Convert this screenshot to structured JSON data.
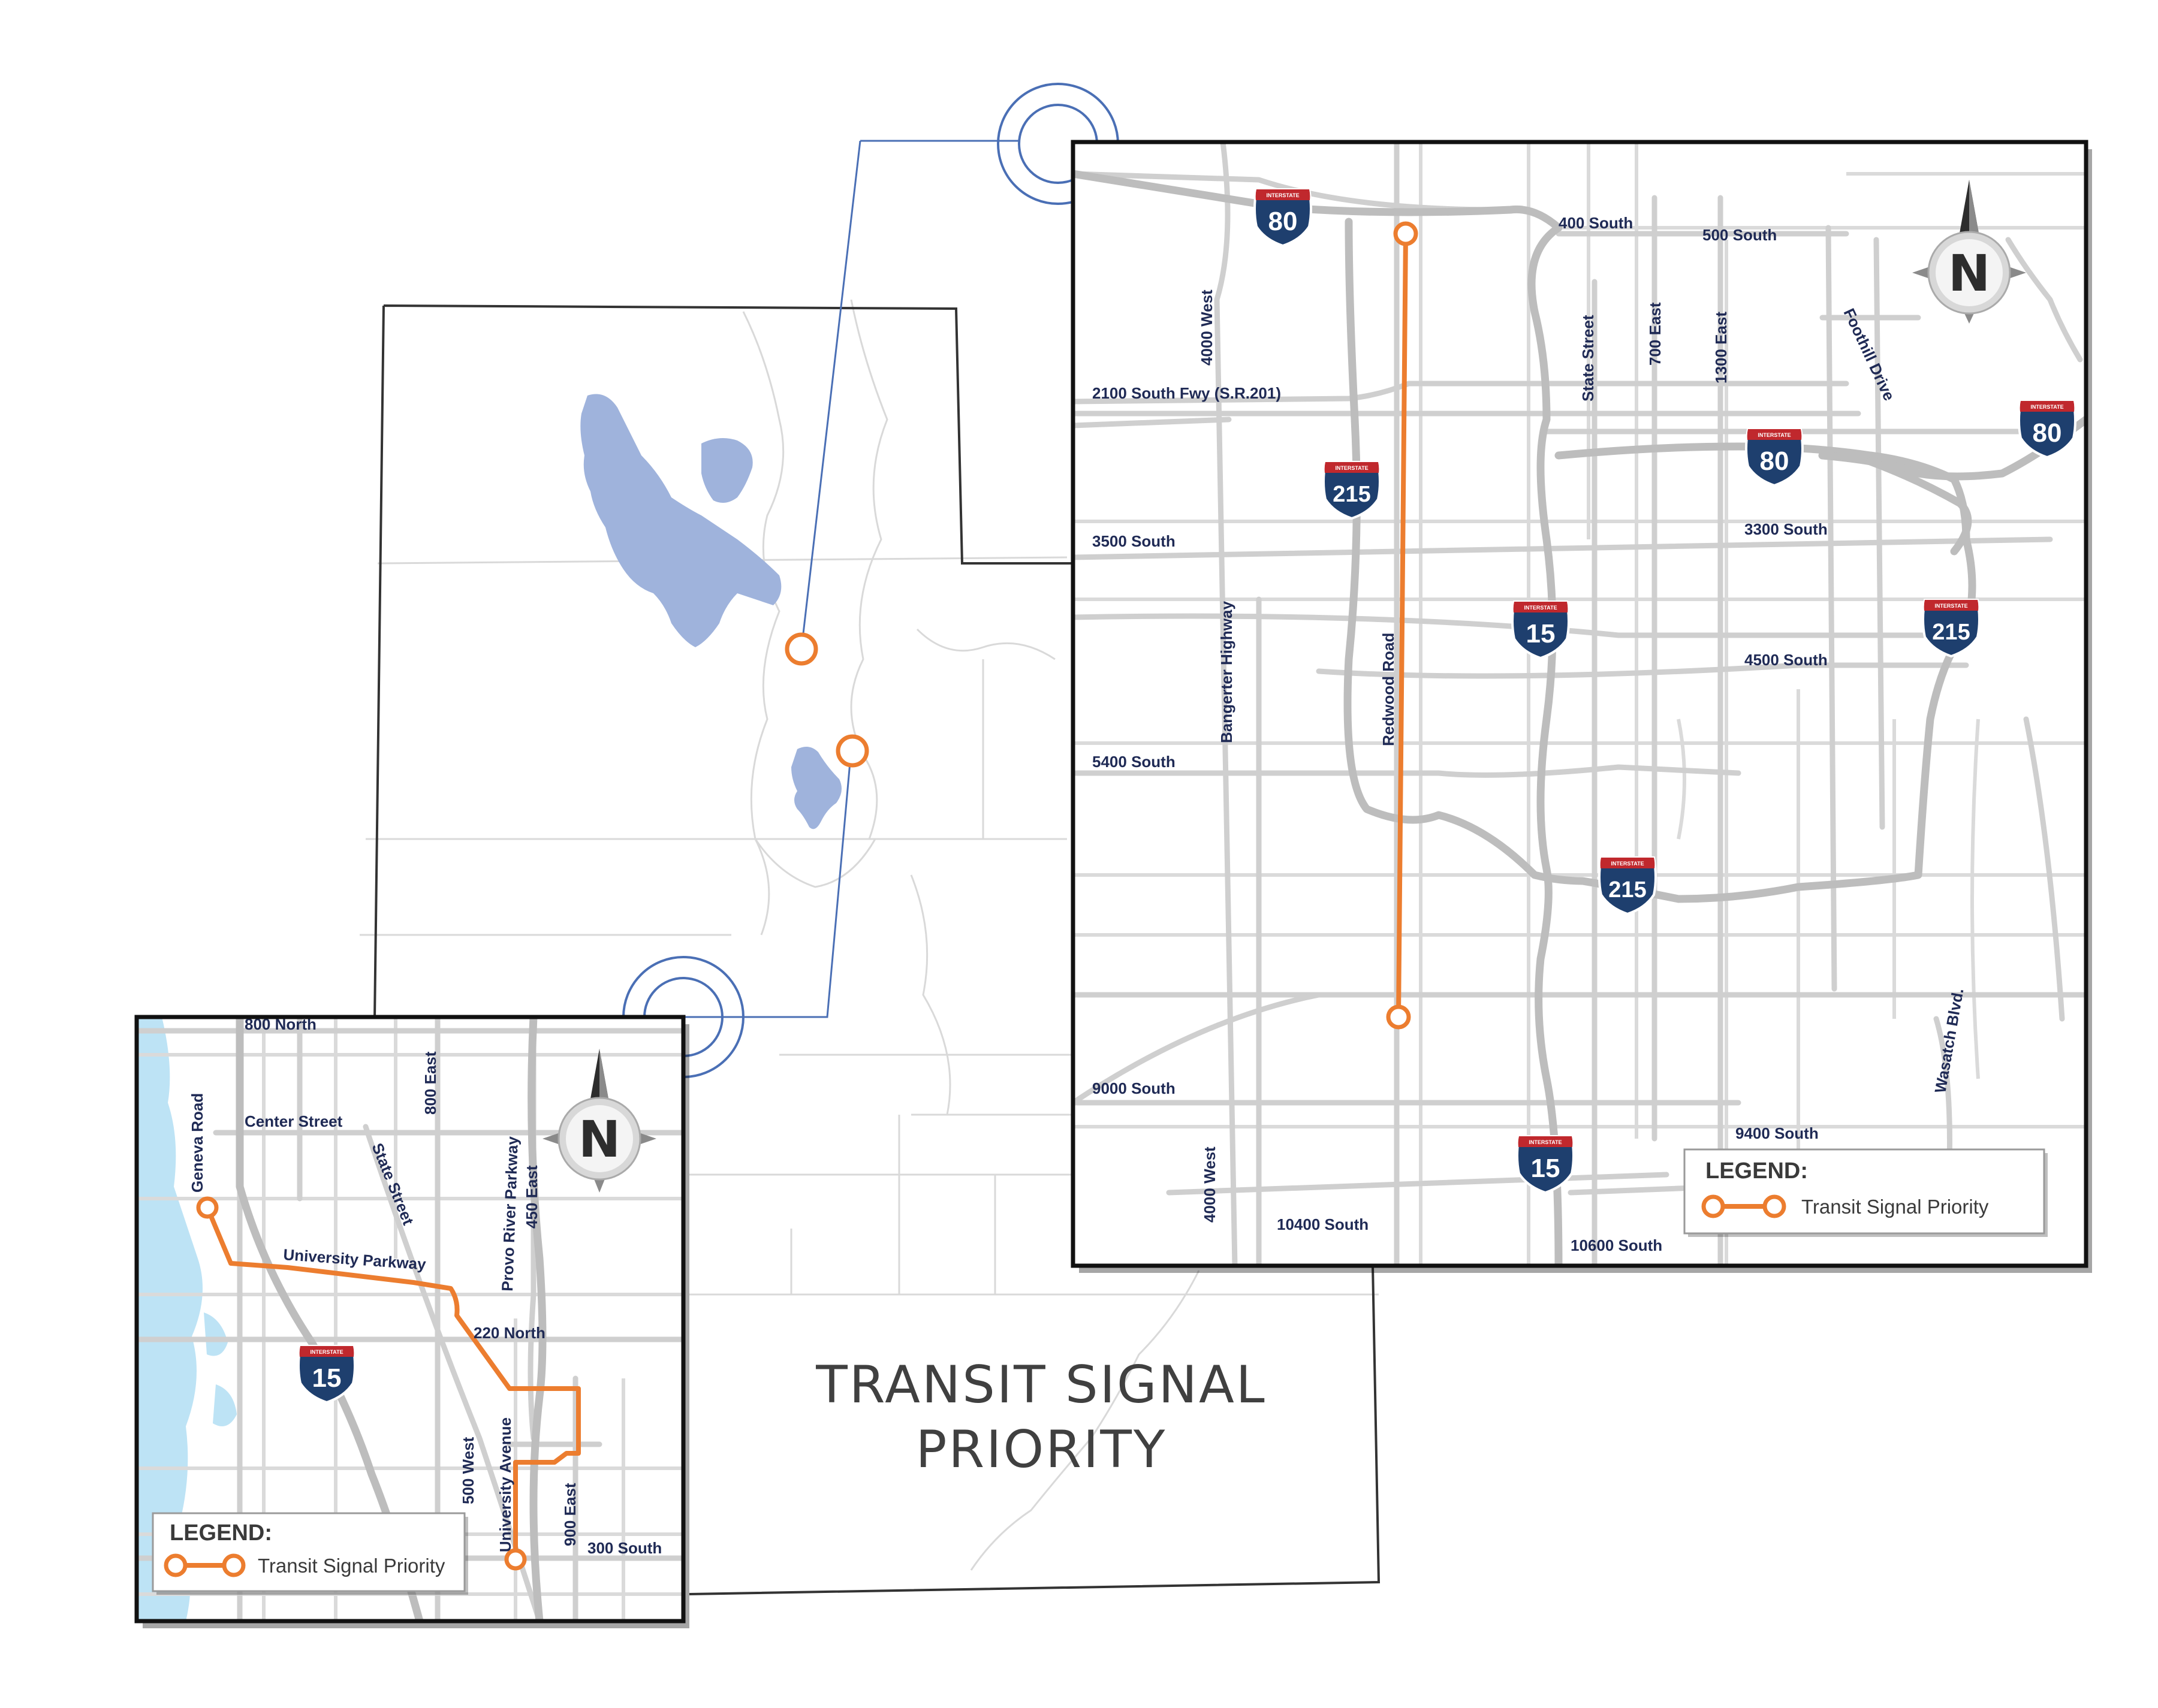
{
  "title": {
    "line1": "TRANSIT SIGNAL",
    "line2": "PRIORITY"
  },
  "colors": {
    "route": "#ec7d2f",
    "lake": "#9fb3dc",
    "lake_inset": "#bde3f5",
    "connector": "#4a6fb5",
    "shield_body": "#1e3f6e",
    "shield_top": "#c0282d",
    "label": "#1f2a55"
  },
  "shield_top_text": "INTERSTATE",
  "compass_letter": "N",
  "slc_inset": {
    "legend": {
      "title": "LEGEND:",
      "item": "Transit Signal Priority"
    },
    "labels": {
      "s400": "400 South",
      "s500": "500 South",
      "w4000_top": "4000 West",
      "state_street": "State Street",
      "e700": "700 East",
      "e1300": "1300 East",
      "foothill": "Foothill Drive",
      "s2100": "2100 South Fwy (S.R.201)",
      "s3500": "3500 South",
      "s3300": "3300 South",
      "bangerter": "Bangerter Highway",
      "redwood": "Redwood Road",
      "s4500": "4500 South",
      "s5400": "5400 South",
      "wasatch": "Wasatch Blvd.",
      "s9000": "9000 South",
      "s9400": "9400 South",
      "w4000_bottom": "4000 West",
      "s10400": "10400 South",
      "s10600": "10600 South"
    },
    "shields": [
      "80",
      "215",
      "15",
      "215",
      "80",
      "80",
      "215",
      "15"
    ]
  },
  "provo_inset": {
    "legend": {
      "title": "LEGEND:",
      "item": "Transit Signal Priority"
    },
    "labels": {
      "n800": "800 North",
      "geneva": "Geneva Road",
      "e800": "800 East",
      "center": "Center Street",
      "state_street": "State Street",
      "provo_river": "Provo River Parkway",
      "e450": "450 East",
      "university_pkwy": "University Parkway",
      "n220": "220 North",
      "w500": "500 West",
      "university_ave": "University Avenue",
      "e900": "900 East",
      "s300": "300 South"
    },
    "shields": [
      "15"
    ]
  }
}
